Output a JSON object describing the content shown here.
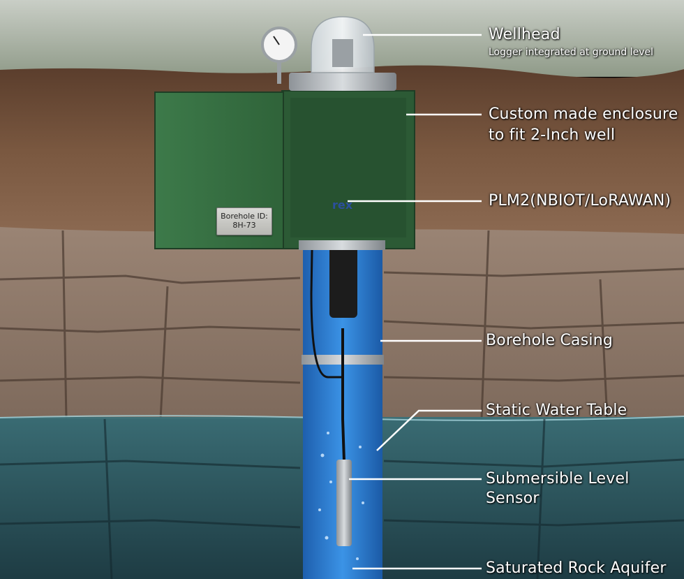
{
  "plate": {
    "title": "Borehole ID:",
    "value": "8H-73"
  },
  "sensor_brand": "rex",
  "labels": {
    "wellhead": "Wellhead",
    "wellhead_sub": "Logger integrated at ground level",
    "enclosure_line1": "Custom made enclosure",
    "enclosure_line2": "to fit 2-Inch well",
    "plm2": "PLM2(NBIOT/LoRAWAN)",
    "casing": "Borehole Casing",
    "water_table": "Static Water Table",
    "sensor_line1": "Submersible Level",
    "sensor_line2": "Sensor",
    "aquifer": "Saturated Rock Aquifer"
  },
  "colors": {
    "enclosure": "#3f7a4a",
    "casing": "#2e7fd0",
    "water": "#2f5f66",
    "soil": "#6b4a35",
    "rock": "#8a7568"
  }
}
